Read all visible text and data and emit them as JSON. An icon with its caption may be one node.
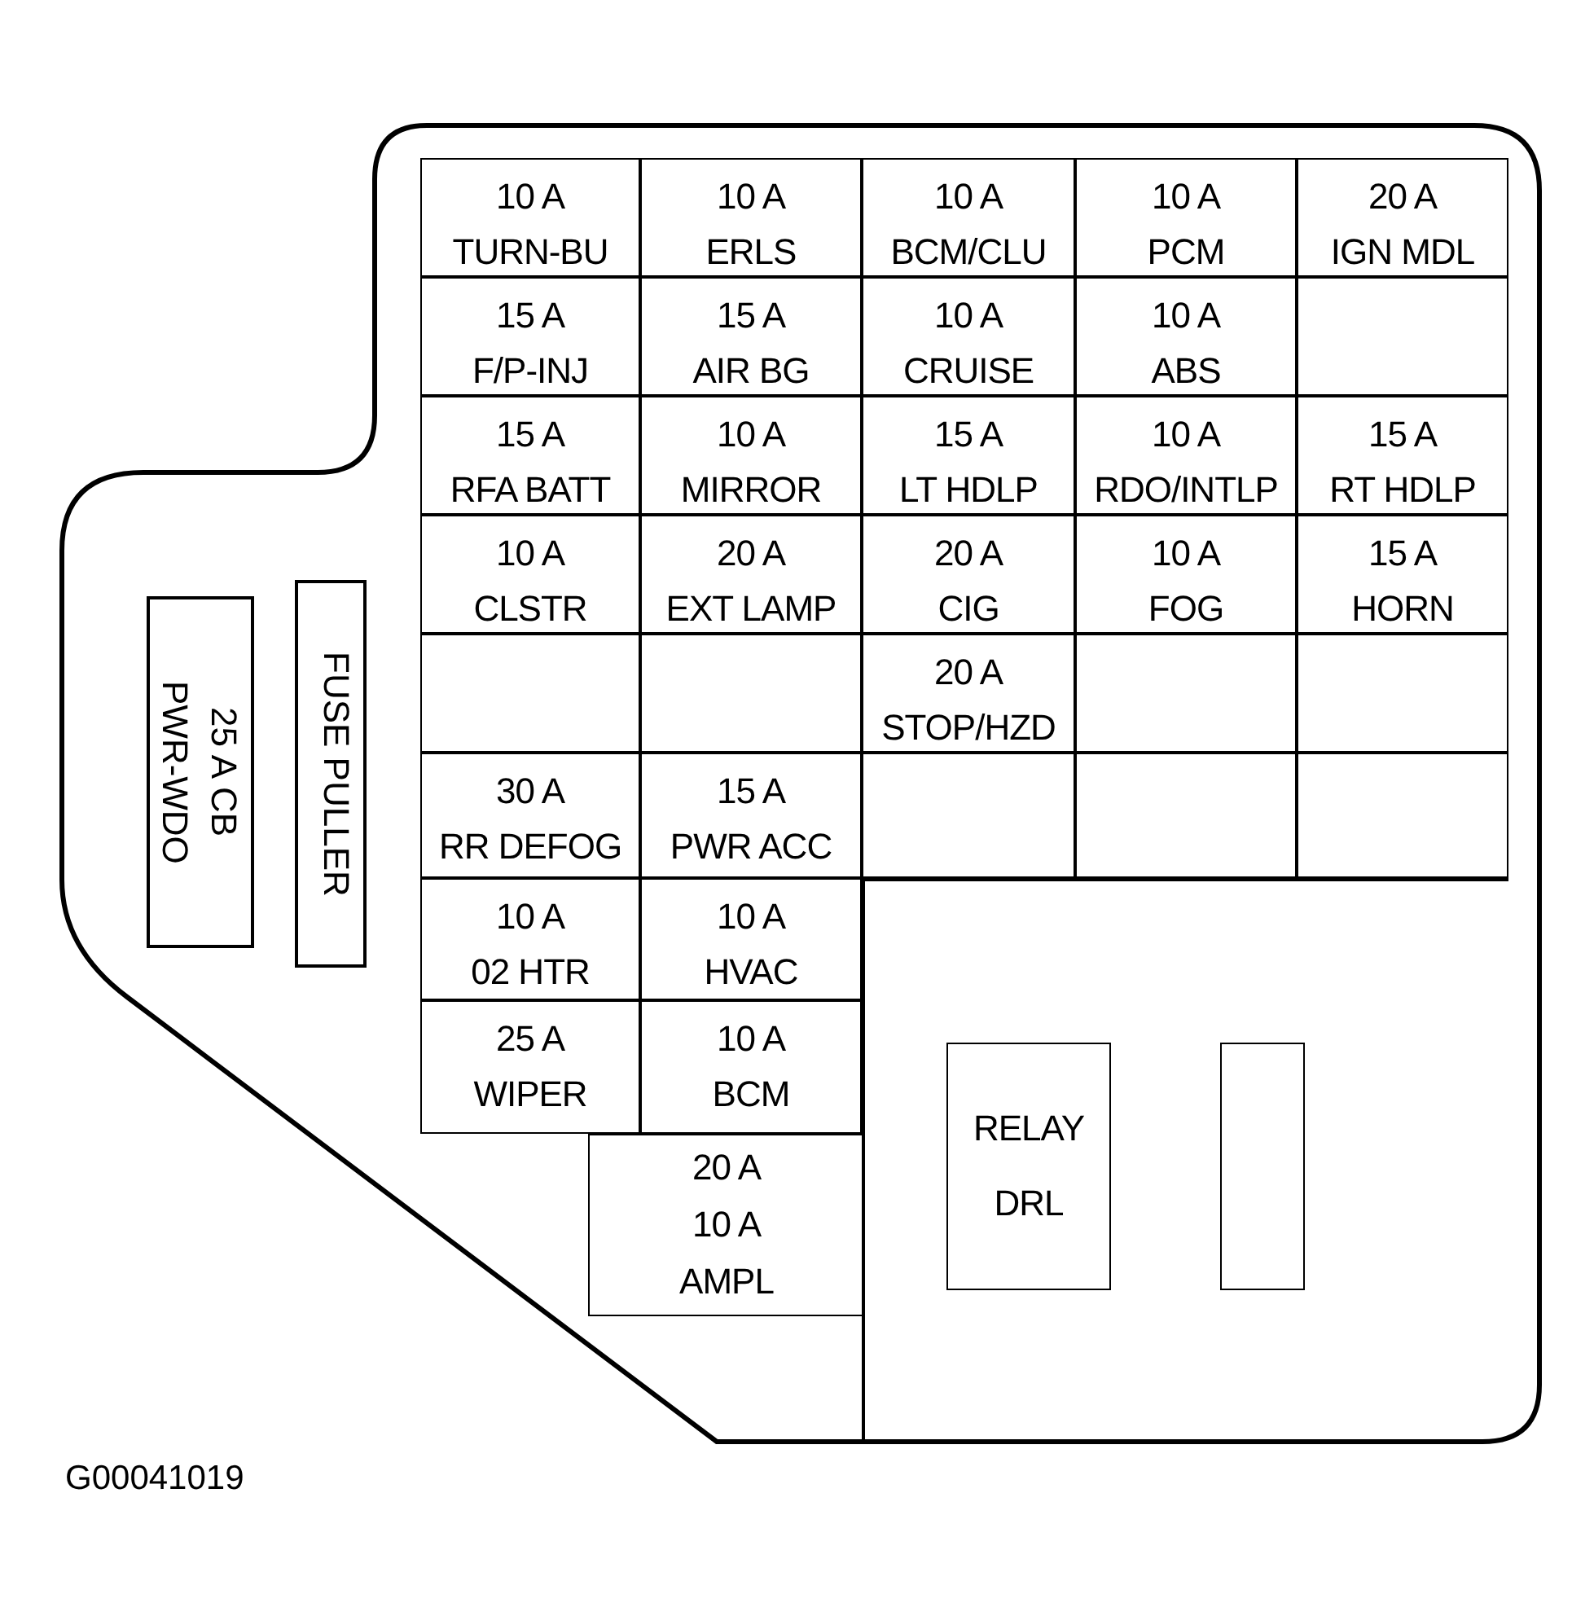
{
  "diagram": {
    "nodes": [
      {
        "text": [],
        "shape": "box"
      },
      {
        "text": [
          "10 A",
          "TURN-BU"
        ],
        "in": 0
      },
      {
        "text": [
          "10 A",
          "ERLS"
        ],
        "in": 0
      },
      {
        "text": [
          "10 A",
          "BCM/CLU"
        ],
        "in": 0
      },
      {
        "text": [
          "10 A",
          "PCM"
        ],
        "in": 0
      },
      {
        "text": [
          "20 A",
          "IGN MDL"
        ],
        "in": 0
      },
      {
        "text": [
          "15 A",
          "F/P-INJ"
        ],
        "in": 0
      },
      {
        "text": [
          "15 A",
          "AIR BG"
        ],
        "in": 0
      },
      {
        "text": [
          "10 A",
          "CRUISE"
        ],
        "in": 0
      },
      {
        "text": [
          "10 A",
          "ABS"
        ],
        "in": 0
      },
      {
        "text": [],
        "shape": "box",
        "in": 0
      },
      {
        "text": [
          "15 A",
          "RFA BATT"
        ],
        "in": 0
      },
      {
        "text": [
          "10 A",
          "MIRROR"
        ],
        "in": 0
      },
      {
        "text": [
          "15 A",
          "LT HDLP"
        ],
        "in": 0
      },
      {
        "text": [
          "10 A",
          "RDO/INTLP"
        ],
        "in": 0
      },
      {
        "text": [
          "15 A",
          "RT HDLP"
        ],
        "in": 0
      },
      {
        "text": [
          "10 A",
          "CLSTR"
        ],
        "in": 0
      },
      {
        "text": [
          "20 A",
          "EXT LAMP"
        ],
        "in": 0
      },
      {
        "text": [
          "20 A",
          "CIG"
        ],
        "in": 0
      },
      {
        "text": [
          "10 A",
          "FOG"
        ],
        "in": 0
      },
      {
        "text": [
          "15 A",
          "HORN"
        ],
        "in": 0
      },
      {
        "text": [],
        "shape": "box",
        "in": 0
      },
      {
        "text": [],
        "shape": "box",
        "in": 0
      },
      {
        "text": [
          "20 A",
          "STOP/HZD"
        ],
        "in": 0
      },
      {
        "text": [],
        "shape": "box",
        "in": 0
      },
      {
        "text": [],
        "shape": "box",
        "in": 0
      },
      {
        "text": [
          "30 A",
          "RR DEFOG"
        ],
        "in": 0
      },
      {
        "text": [
          "15 A",
          "PWR ACC"
        ],
        "in": 0
      },
      {
        "text": [],
        "shape": "box",
        "in": 0
      },
      {
        "text": [],
        "shape": "box",
        "in": 0
      },
      {
        "text": [],
        "shape": "box",
        "in": 0
      },
      {
        "text": [
          "10 A",
          "02 HTR"
        ],
        "in": 0
      },
      {
        "text": [
          "10 A",
          "HVAC"
        ],
        "in": 0
      },
      {
        "text": [
          "25 A",
          "WIPER"
        ],
        "in": 0
      },
      {
        "text": [
          "10 A",
          "BCM"
        ],
        "in": 0
      },
      {
        "text": [
          "20 A",
          "10 A",
          "AMPL"
        ],
        "in": 0
      },
      {
        "text": [
          "25 A CB",
          "PWR-WDO"
        ],
        "in": 0
      },
      {
        "text": [
          "FUSE PULLER"
        ],
        "in": 0
      },
      {
        "text": [],
        "shape": "box",
        "in": 0
      },
      {
        "text": [
          "RELAY DRL"
        ],
        "in": 38
      },
      {
        "text": [],
        "shape": "box",
        "in": 38
      }
    ],
    "labels": [
      "G00041019"
    ]
  }
}
